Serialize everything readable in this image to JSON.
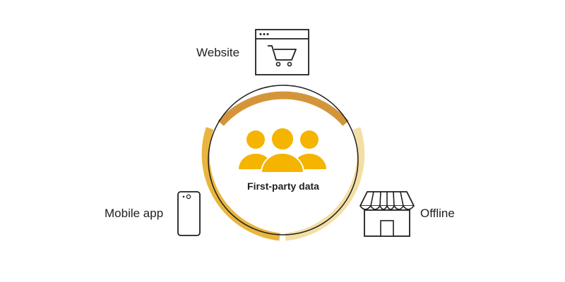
{
  "center": {
    "label": "First-party data",
    "icon": "people-group-icon"
  },
  "sources": [
    {
      "label": "Website",
      "icon": "browser-cart-icon"
    },
    {
      "label": "Mobile app",
      "icon": "smartphone-icon"
    },
    {
      "label": "Offline",
      "icon": "storefront-icon"
    }
  ],
  "colors": {
    "website_arc": "#D4953A",
    "mobile_arc": "#E9B53E",
    "offline_arc": "#F3DFA5",
    "people": "#F4B400",
    "stroke": "#1f1f1f"
  }
}
